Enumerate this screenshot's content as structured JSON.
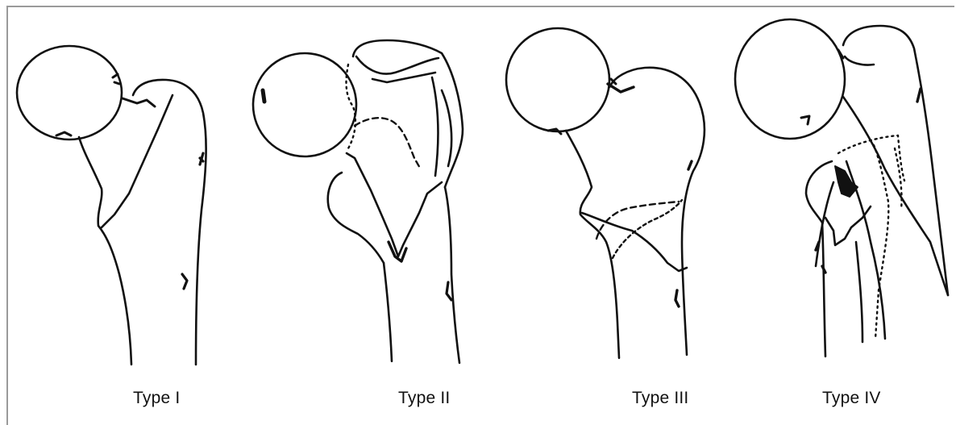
{
  "figure": {
    "types": [
      {
        "label": "Type I"
      },
      {
        "label": "Type II"
      },
      {
        "label": "Type III"
      },
      {
        "label": "Type IV"
      }
    ]
  }
}
